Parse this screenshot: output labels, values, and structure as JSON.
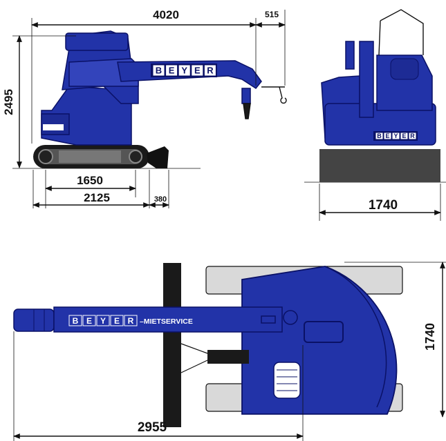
{
  "dimensions": {
    "length": "4020",
    "overhang": "515",
    "height": "2495",
    "track_inner": "1650",
    "track_length": "2125",
    "blade": "380",
    "front_width": "1740",
    "top_length": "2955",
    "top_width": "1740"
  },
  "branding": {
    "letters": [
      "B",
      "E",
      "Y",
      "E",
      "R"
    ],
    "service": "–MIETSERVICE"
  },
  "colors": {
    "machine_blue": "#2233a8",
    "dark_blue": "#0a1166",
    "track": "#222222",
    "grey": "#d9d9d9"
  }
}
